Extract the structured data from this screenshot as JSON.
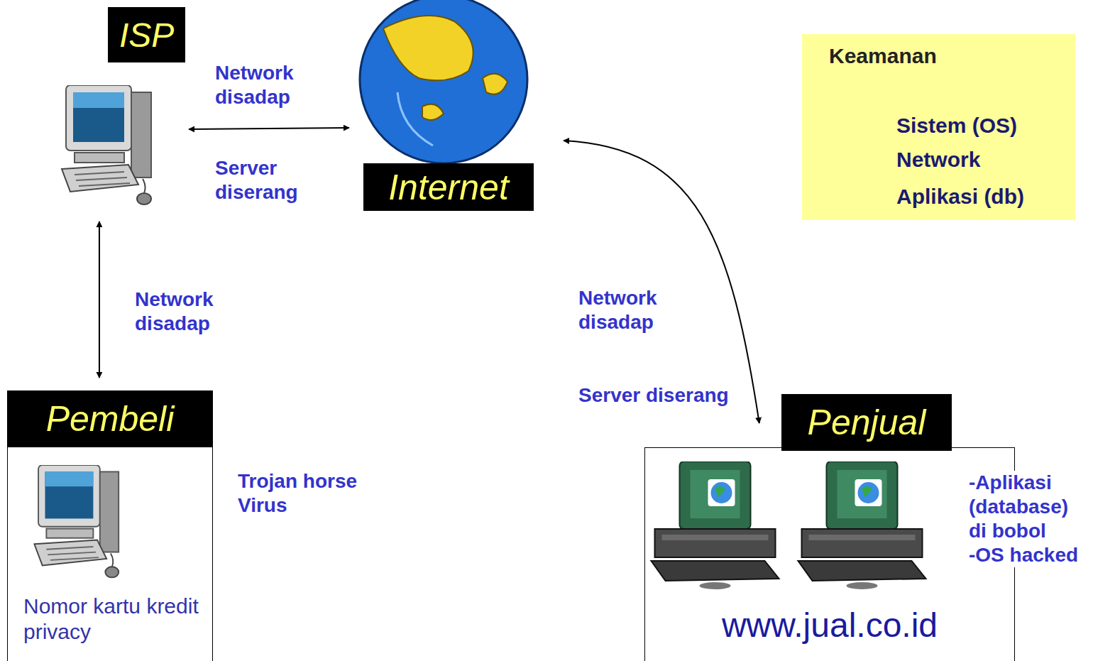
{
  "diagram": {
    "nodes": [
      {
        "text": [
          "ISP"
        ]
      },
      {
        "text": [
          "Internet"
        ]
      },
      {
        "text": [
          "Keamanan",
          "Sistem (OS)",
          "Network",
          "Aplikasi (db)"
        ]
      },
      {
        "text": [
          "Pembeli",
          "Nomor kartu kredit privacy"
        ]
      },
      {
        "text": [
          "Penjual",
          "www.jual.co.id"
        ]
      }
    ],
    "edges": [
      {
        "from": 0,
        "to": 1,
        "arrow": "both",
        "label": "Network disadap"
      },
      {
        "from": 0,
        "to": 3,
        "arrow": "both",
        "label": "Network disadap"
      },
      {
        "from": 1,
        "to": 4,
        "arrow": "both",
        "label": "Network disadap"
      }
    ],
    "labels": [
      "Server diserang",
      "Server diserang",
      "Trojan horse Virus",
      "-Aplikasi (database) di bobol",
      "-OS hacked"
    ]
  }
}
